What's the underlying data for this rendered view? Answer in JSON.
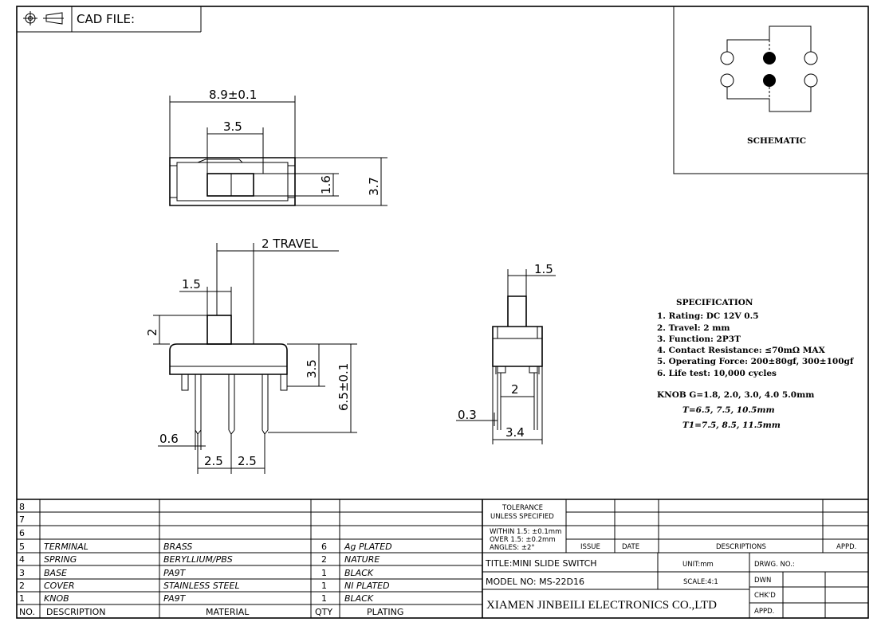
{
  "header": {
    "cad_file_label": "CAD FILE:"
  },
  "schematic": {
    "label": "SCHEMATIC"
  },
  "top_view": {
    "overall_width": "8.9±0.1",
    "knob_width": "3.5",
    "knob_height": "1.6",
    "body_height": "3.7"
  },
  "side_view": {
    "travel": "2 TRAVEL",
    "knob_width": "1.5",
    "knob_height": "2",
    "body_height": "3.5",
    "total_height": "6.5±0.1",
    "pin_width": "0.6",
    "pitch_1": "2.5",
    "pitch_2": "2.5"
  },
  "end_view": {
    "knob_width": "1.5",
    "pin_spacing": "2",
    "pin_thickness": "0.3",
    "body_width": "3.4"
  },
  "specification": {
    "title": "SPECIFICATION",
    "items": [
      "1. Rating: DC 12V 0.5",
      "2. Travel: 2 mm",
      "3. Function: 2P3T",
      "4. Contact Resistance: ≤70mΩ MAX",
      "5. Operating Force: 200±80gf, 300±100gf",
      "6. Life test: 10,000 cycles"
    ],
    "knob_g": "KNOB G=1.8, 2.0, 3.0, 4.0 5.0mm",
    "knob_t": "T=6.5, 7.5, 10.5mm",
    "knob_t1": "T1=7.5, 8.5, 11.5mm"
  },
  "bom": {
    "headers": {
      "no": "NO.",
      "description": "DESCRIPTION",
      "material": "MATERIAL",
      "qty": "QTY",
      "plating": "PLATING"
    },
    "rows": [
      {
        "no": "8",
        "description": "",
        "material": "",
        "qty": "",
        "plating": ""
      },
      {
        "no": "7",
        "description": "",
        "material": "",
        "qty": "",
        "plating": ""
      },
      {
        "no": "6",
        "description": "",
        "material": "",
        "qty": "",
        "plating": ""
      },
      {
        "no": "5",
        "description": "TERMINAL",
        "material": "BRASS",
        "qty": "6",
        "plating": "Ag PLATED"
      },
      {
        "no": "4",
        "description": "SPRING",
        "material": "BERYLLIUM/PBS",
        "qty": "2",
        "plating": "NATURE"
      },
      {
        "no": "3",
        "description": "BASE",
        "material": "PA9T",
        "qty": "1",
        "plating": "BLACK"
      },
      {
        "no": "2",
        "description": "COVER",
        "material": "STAINLESS STEEL",
        "qty": "1",
        "plating": "NI PLATED"
      },
      {
        "no": "1",
        "description": "KNOB",
        "material": "PA9T",
        "qty": "1",
        "plating": "BLACK"
      }
    ]
  },
  "title_block": {
    "tolerance_1": "TOLERANCE",
    "tolerance_2": "UNLESS SPECIFIED",
    "within": "WITHIN 1.5: ±0.1mm",
    "over": "OVER 1.5:  ±0.2mm",
    "angles": "ANGLES: ±2°",
    "issue": "ISSUE",
    "date": "DATE",
    "descriptions": "DESCRIPTIONS",
    "appd": "APPD.",
    "title": "TITLE:MINI SLIDE SWITCH",
    "unit": "UNIT:mm",
    "drwg_no": "DRWG. NO.:",
    "model": "MODEL NO: MS-22D16",
    "scale": "SCALE:4:1",
    "dwn": "DWN",
    "chkd": "CHK'D",
    "appd2": "APPD.",
    "company": "XIAMEN JINBEILI ELECTRONICS CO.,LTD"
  }
}
